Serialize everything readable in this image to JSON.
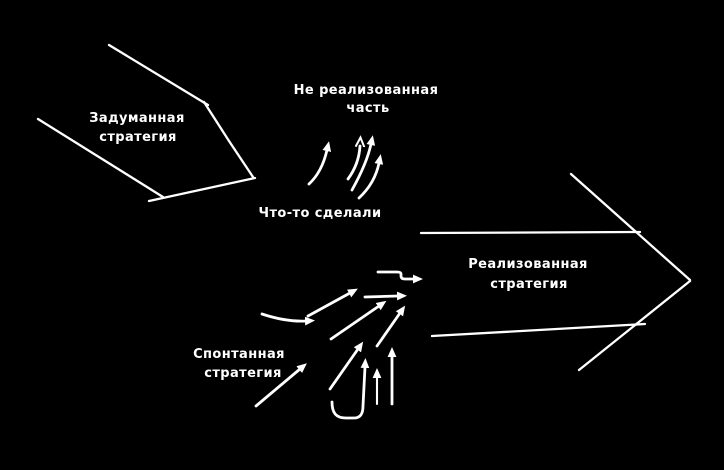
{
  "canvas": {
    "background": "#000000",
    "ink": "#ffffff"
  },
  "labels": {
    "intended_line1": "Задуманная",
    "intended_line2": "стратегия",
    "unrealized_line1": "Не реализованная",
    "unrealized_line2": "часть",
    "did_something": "Что-то сделали",
    "emergent_line1": "Спонтанная",
    "emergent_line2": "стратегия",
    "realized_line1": "Реализованная",
    "realized_line2": "стратегия"
  }
}
